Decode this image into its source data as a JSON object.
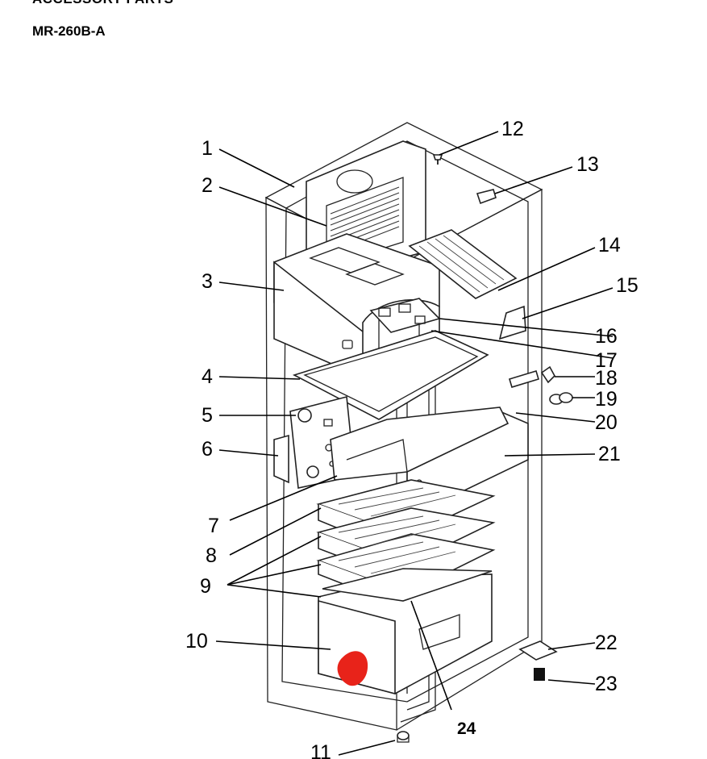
{
  "header": {
    "section_title": "ACCESSORY PARTS",
    "model": "MR-260B-A"
  },
  "callouts": [
    "1",
    "2",
    "3",
    "4",
    "5",
    "6",
    "7",
    "8",
    "9",
    "10",
    "11",
    "12",
    "13",
    "14",
    "15",
    "16",
    "17",
    "18",
    "19",
    "20",
    "21",
    "22",
    "23",
    "24"
  ],
  "highlight": {
    "color": "#e8231a"
  }
}
